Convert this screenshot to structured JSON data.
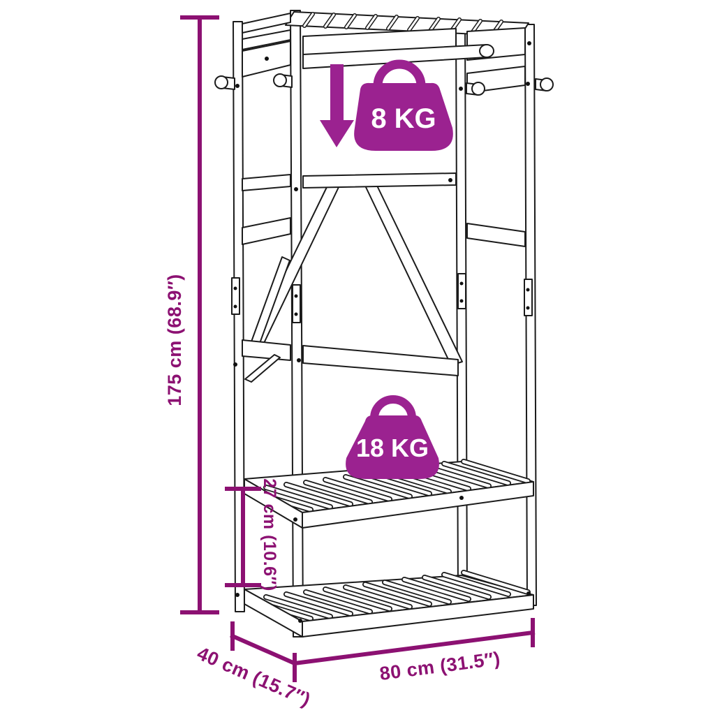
{
  "diagram": {
    "product": "clothes-rack-with-shelves",
    "dimensions": {
      "height": "175 cm (68.9″)",
      "width": "80 cm (31.5″)",
      "depth": "40 cm (15.7″)",
      "shelf_gap": "27 cm (10.6″)"
    },
    "loads": {
      "top": "8 KG",
      "shelf": "18 KG"
    },
    "icons": {
      "arrow": "arrow-down-icon",
      "weight": "weight-bag-icon"
    },
    "colors": {
      "dimension": "#8C1172",
      "badge": "#9B2290",
      "outline": "#1B1B1B",
      "background": "#FFFFFF"
    }
  }
}
